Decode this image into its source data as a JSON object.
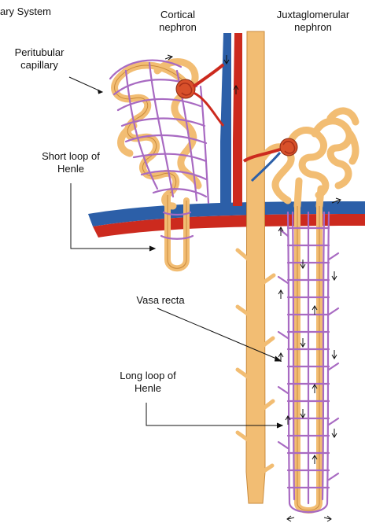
{
  "labels": {
    "header": "ary System",
    "cortical": [
      "Cortical",
      "nephron"
    ],
    "juxta": [
      "Juxtaglomerular",
      "nephron"
    ],
    "peritubular": [
      "Peritubular",
      "capillary"
    ],
    "short_loop": [
      "Short loop of",
      "Henle"
    ],
    "vasa_recta": "Vasa recta",
    "long_loop": [
      "Long loop of",
      "Henle"
    ]
  },
  "colors": {
    "tubule": "#f2bd73",
    "tubule_outline": "#c98a3c",
    "capillary": "#a86ac2",
    "artery": "#cc2a1e",
    "vein": "#2c5fa8",
    "glomerulus": "#d8502a"
  }
}
